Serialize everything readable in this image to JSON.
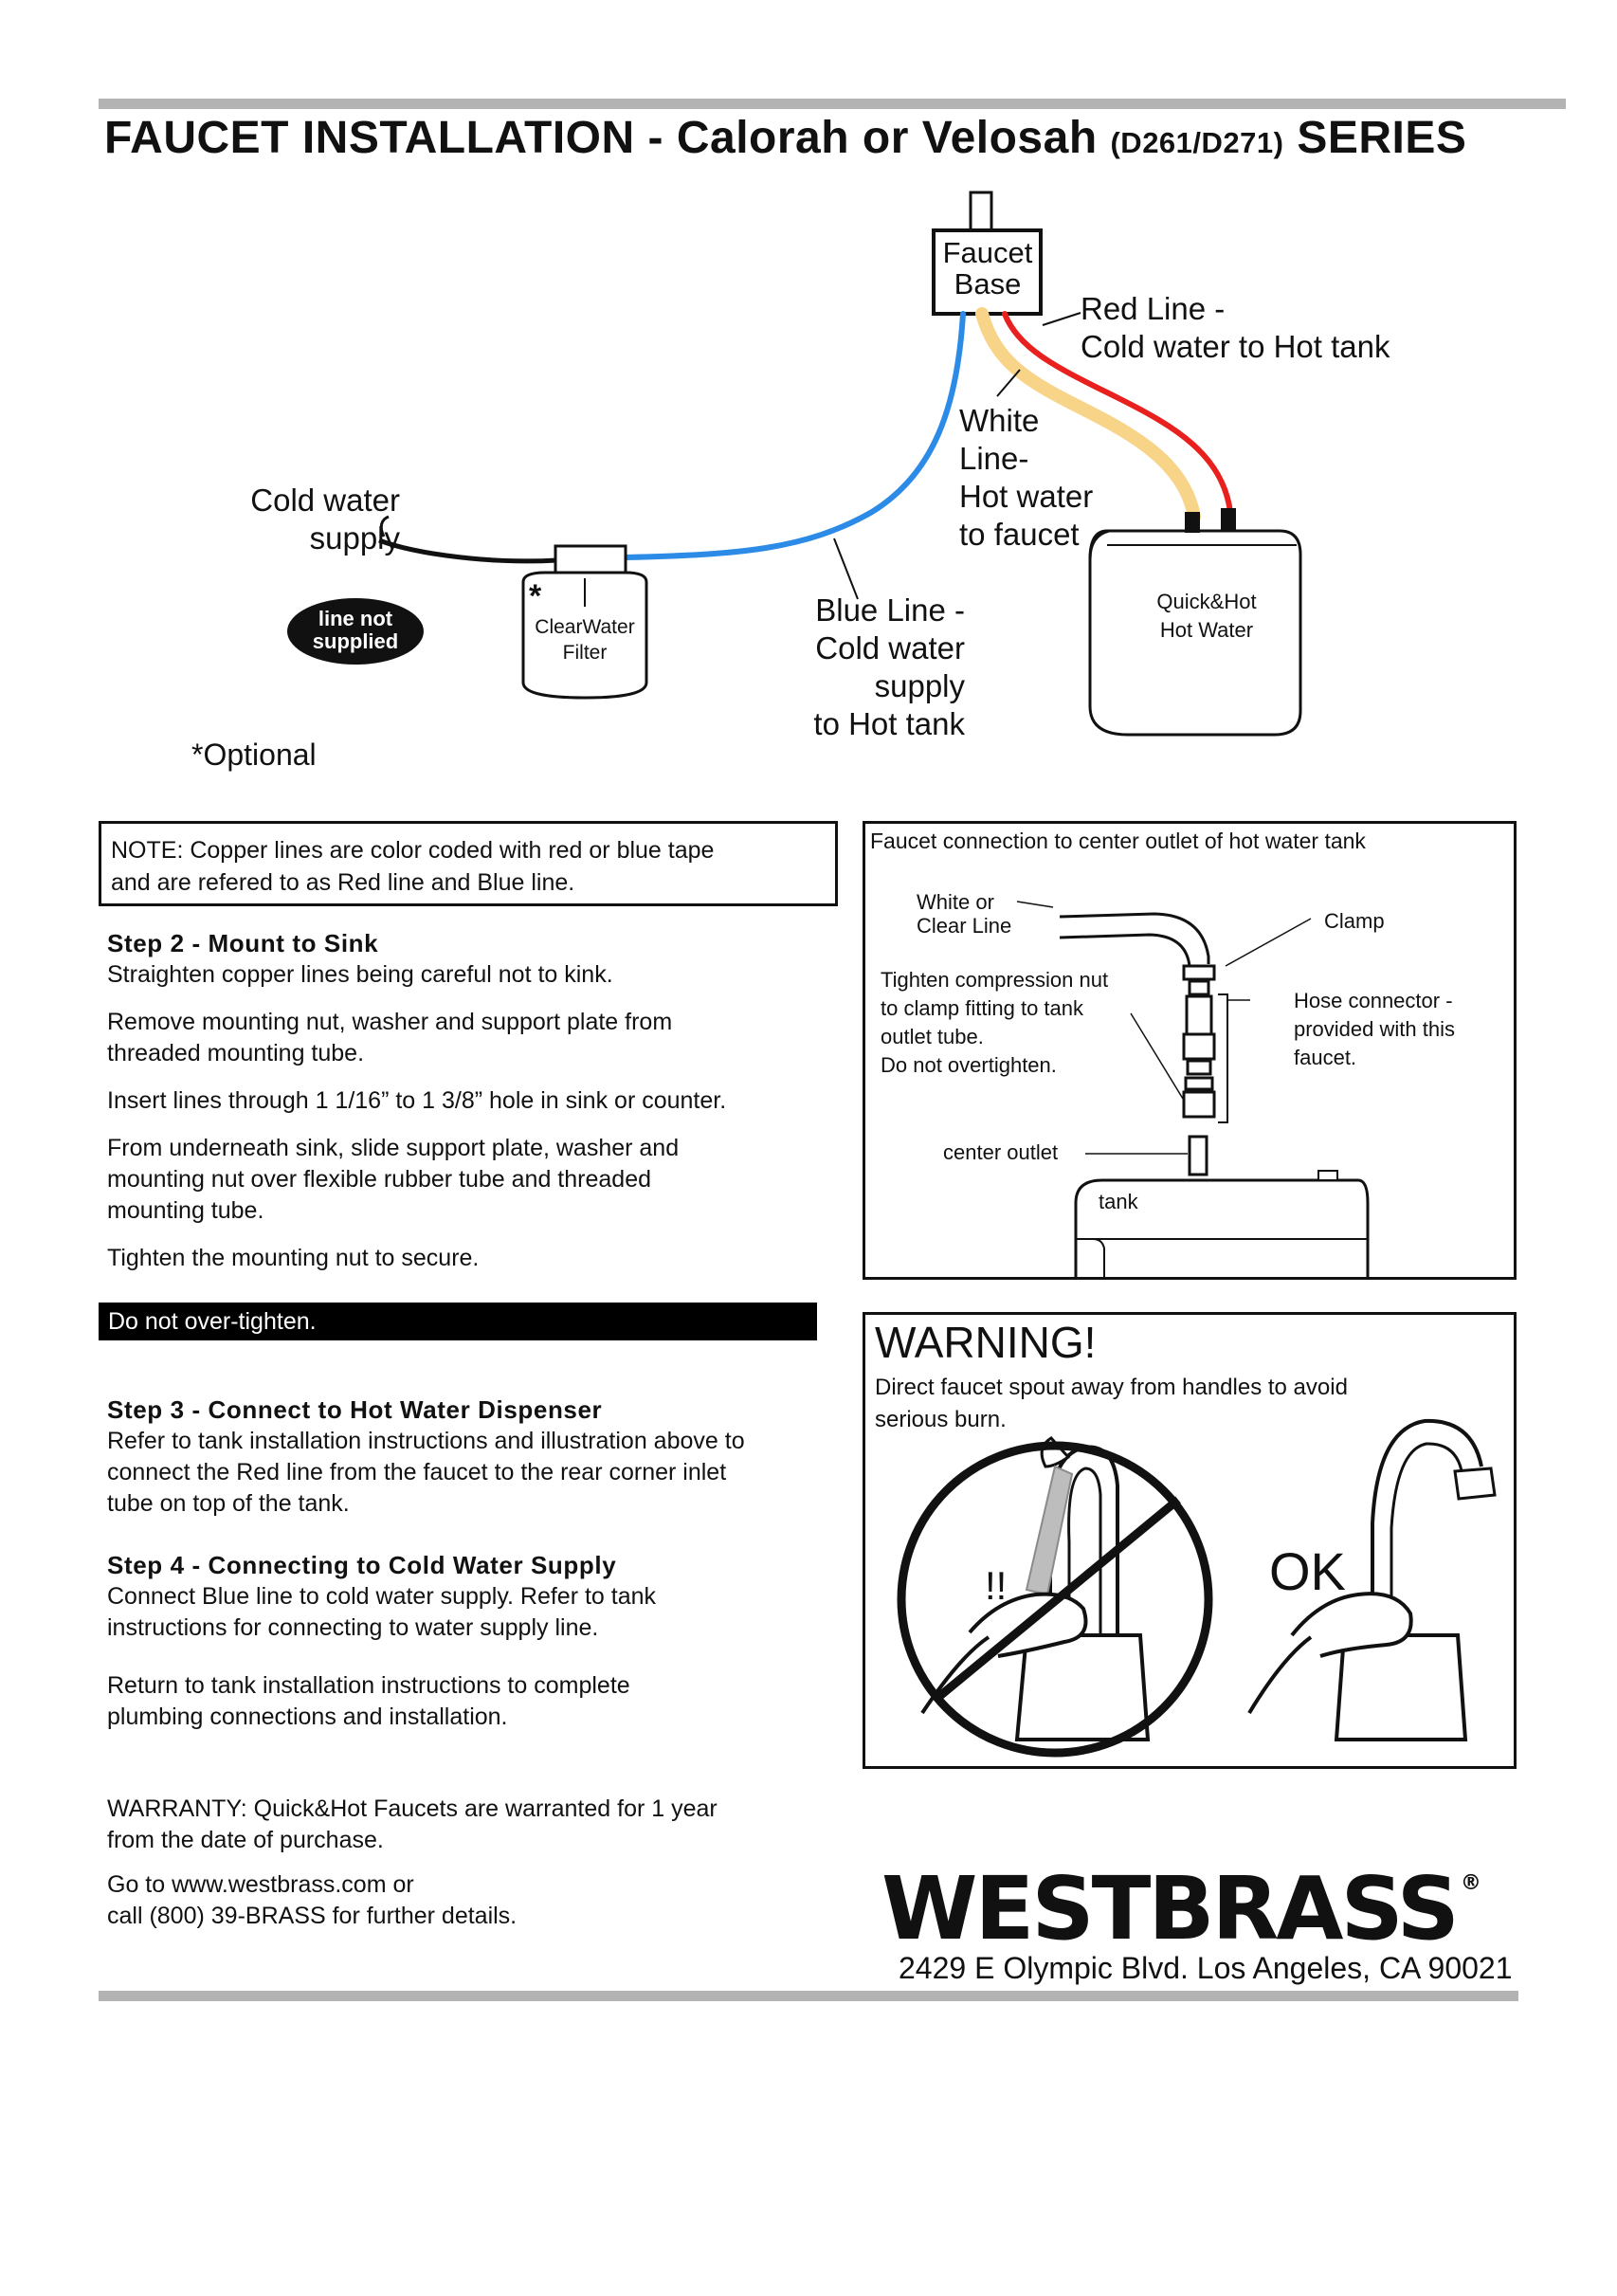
{
  "header": {
    "title_main": "FAUCET INSTALLATION -  Calorah or Velosah",
    "title_model": "(D261/D271)",
    "title_end": "SERIES"
  },
  "diagram": {
    "faucet_base": "Faucet\nBase",
    "red_line": "Red Line -\nCold water to Hot tank",
    "white_line": "White\nLine-\nHot water\nto faucet",
    "cold_water_supply": "Cold water\nsupply",
    "line_not_supplied": "line not\nsupplied",
    "filter": "ClearWater\nFilter",
    "filter_asterisk": "*",
    "blue_line": "Blue Line -\nCold water supply\nto Hot tank",
    "tank": "Quick&Hot\nHot Water",
    "optional": "*Optional",
    "colors": {
      "red_line": "#e8211f",
      "white_line": "#f7d488",
      "blue_line": "#2b8be6"
    }
  },
  "note": "NOTE: Copper lines are color coded with red or blue tape\nand are refered to as Red line and Blue line.",
  "step2": {
    "heading": "Step 2 - Mount to Sink",
    "p1": "Straighten copper lines being careful not to kink.",
    "p2": "Remove mounting nut, washer and support plate from\nthreaded mounting tube.",
    "p3": "Insert lines through 1 1/16” to 1 3/8” hole in sink or counter.",
    "p4": "From underneath sink, slide support plate, washer and\nmounting nut over flexible rubber tube and threaded\nmounting tube.",
    "p5": "Tighten the mounting nut to secure.",
    "caution": "Do not over-tighten."
  },
  "step3": {
    "heading": "Step 3 - Connect to Hot Water Dispenser",
    "body": "Refer to tank installation instructions and illustration above to\nconnect the Red line from the faucet to the rear corner inlet\ntube on top of the tank."
  },
  "step4": {
    "heading": "Step 4 - Connecting to Cold Water Supply",
    "body": "Connect Blue line to cold water supply. Refer to tank\ninstructions for connecting to water supply line.",
    "return": "Return to tank installation instructions to complete\nplumbing connections and installation."
  },
  "warranty": {
    "text": "WARRANTY:     Quick&Hot Faucets are warranted for 1 year\nfrom the date of purchase.",
    "contact": "Go to www.westbrass.com or\ncall (800) 39-BRASS for further details."
  },
  "inset": {
    "title": "Faucet connection to center outlet of hot water tank",
    "white_clear": "White or\nClear Line",
    "clamp": "Clamp",
    "tighten": "Tighten compression nut\nto clamp fitting to tank\noutlet tube.\nDo not overtighten.",
    "hose": "Hose connector -\nprovided with this\nfaucet.",
    "center_outlet": "center outlet",
    "tank": "tank"
  },
  "warning": {
    "title": "WARNING!",
    "body": "Direct faucet spout away from handles to avoid\nserious burn.",
    "bad_mark": "!!",
    "ok": "OK"
  },
  "brand": {
    "logo": "WESTBRASS",
    "registered": "®",
    "address": "2429 E Olympic Blvd. Los Angeles, CA 90021"
  }
}
